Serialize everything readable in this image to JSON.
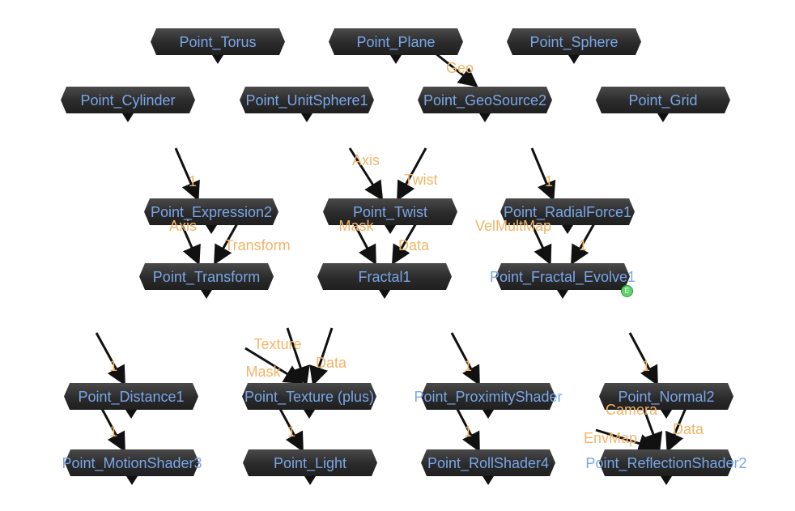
{
  "nodes": [
    {
      "id": "torus",
      "label": "Point_Torus"
    },
    {
      "id": "plane",
      "label": "Point_Plane"
    },
    {
      "id": "sphere",
      "label": "Point_Sphere"
    },
    {
      "id": "cylinder",
      "label": "Point_Cylinder"
    },
    {
      "id": "unitsphere",
      "label": "Point_UnitSphere1"
    },
    {
      "id": "geosource",
      "label": "Point_GeoSource2"
    },
    {
      "id": "grid",
      "label": "Point_Grid"
    },
    {
      "id": "expression",
      "label": "Point_Expression2"
    },
    {
      "id": "twist",
      "label": "Point_Twist"
    },
    {
      "id": "radialforce",
      "label": "Point_RadialForce1"
    },
    {
      "id": "transform",
      "label": "Point_Transform"
    },
    {
      "id": "fractal",
      "label": "Fractal1"
    },
    {
      "id": "fractalevolve",
      "label": "Point_Fractal_Evolve1"
    },
    {
      "id": "distance",
      "label": "Point_Distance1"
    },
    {
      "id": "texture",
      "label": "Point_Texture (plus)"
    },
    {
      "id": "proximity",
      "label": "Point_ProximityShader"
    },
    {
      "id": "normal",
      "label": "Point_Normal2"
    },
    {
      "id": "motion",
      "label": "Point_MotionShader3"
    },
    {
      "id": "light",
      "label": "Point_Light"
    },
    {
      "id": "roll",
      "label": "Point_RollShader4"
    },
    {
      "id": "reflection",
      "label": "Point_ReflectionShader2"
    }
  ],
  "ports": [
    {
      "id": "geo",
      "label": "Geo"
    },
    {
      "id": "expr-1",
      "label": "1"
    },
    {
      "id": "twist-axis",
      "label": "Axis"
    },
    {
      "id": "twist-twist",
      "label": "Twist"
    },
    {
      "id": "radial-1",
      "label": "1"
    },
    {
      "id": "transform-axis",
      "label": "Axis"
    },
    {
      "id": "transform-transform",
      "label": "Transform"
    },
    {
      "id": "fractal-mask",
      "label": "Mask"
    },
    {
      "id": "fractal-data",
      "label": "Data"
    },
    {
      "id": "evolve-velmult",
      "label": "VelMultMap"
    },
    {
      "id": "evolve-1",
      "label": "1"
    },
    {
      "id": "distance-1",
      "label": "1"
    },
    {
      "id": "texture-texture",
      "label": "Texture"
    },
    {
      "id": "texture-data",
      "label": "Data"
    },
    {
      "id": "texture-mask",
      "label": "Mask"
    },
    {
      "id": "proximity-1",
      "label": "1"
    },
    {
      "id": "normal-1",
      "label": "1"
    },
    {
      "id": "motion-1",
      "label": "1"
    },
    {
      "id": "light-1",
      "label": "1"
    },
    {
      "id": "roll-1",
      "label": "1"
    },
    {
      "id": "refl-camera",
      "label": "Camera"
    },
    {
      "id": "refl-data",
      "label": "Data"
    },
    {
      "id": "refl-envmap",
      "label": "EnvMap"
    }
  ],
  "badge": {
    "label": "E"
  },
  "colors": {
    "node_label": "#7aa6e8",
    "port_label": "#f2b468",
    "wire": "#111111",
    "badge": "#5ed36b"
  }
}
